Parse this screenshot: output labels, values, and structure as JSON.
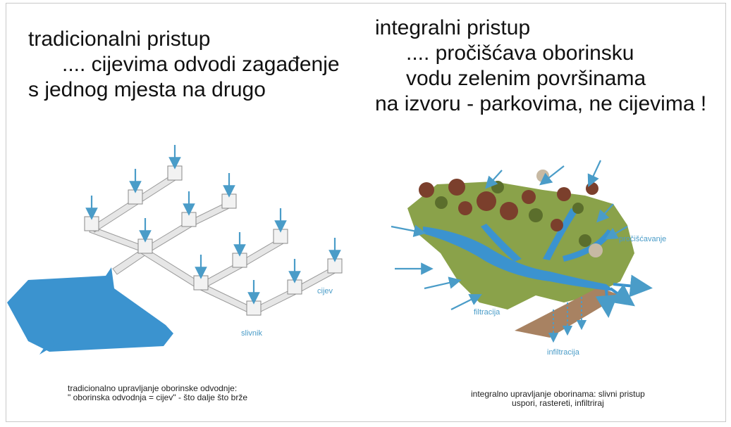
{
  "left": {
    "heading": [
      "tradicionalni pristup",
      ".... cijevima odvodi zagađenje",
      "s jednog mjesta na drugo"
    ],
    "labels": {
      "pipe": "cijev",
      "drain": "slivnik"
    },
    "caption": [
      "tradicionalno upravljanje oborinske odvodnje:",
      "\" oborinska odvodnja = cijev\" - što dalje što brže"
    ]
  },
  "right": {
    "heading": [
      "integralni pristup",
      ".... pročišćava oborinsku",
      "vodu zelenim površinama",
      "na  izvoru - parkovima, ne cijevima !"
    ],
    "labels": {
      "purification": "pročišćavanje",
      "filtration": "filtracija",
      "infiltration": "infiltracija"
    },
    "caption": [
      "integralno upravljanje oborinama: slivni pristup",
      "uspori, rastereti, infiltriraj"
    ]
  },
  "colors": {
    "water": "#3b93cf",
    "arrow": "#4a9cc8",
    "pipe": "#e6e6e6",
    "pipe_stroke": "#9a9a9a",
    "vegetation": "#8aa24a",
    "trees": "#7b3f2c"
  }
}
